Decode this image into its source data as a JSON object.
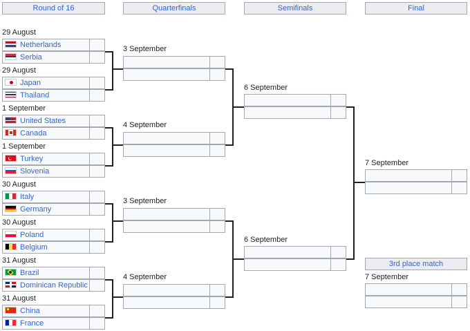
{
  "headers": {
    "r16": "Round of 16",
    "qf": "Quarterfinals",
    "sf": "Semifinals",
    "final": "Final"
  },
  "r16": [
    {
      "date": "29 August",
      "team1": "Netherlands",
      "team2": "Serbia"
    },
    {
      "date": "29 August",
      "team1": "Japan",
      "team2": "Thailand"
    },
    {
      "date": "1 September",
      "team1": "United States",
      "team2": "Canada"
    },
    {
      "date": "1 September",
      "team1": "Turkey",
      "team2": "Slovenia"
    },
    {
      "date": "30 August",
      "team1": "Italy",
      "team2": "Germany"
    },
    {
      "date": "30 August",
      "team1": "Poland",
      "team2": "Belgium"
    },
    {
      "date": "31 August",
      "team1": "Brazil",
      "team2": "Dominican Republic"
    },
    {
      "date": "31 August",
      "team1": "China",
      "team2": "France"
    }
  ],
  "qf": [
    {
      "date": "3 September"
    },
    {
      "date": "4 September"
    },
    {
      "date": "3 September"
    },
    {
      "date": "4 September"
    }
  ],
  "sf": [
    {
      "date": "6 September"
    },
    {
      "date": "6 September"
    }
  ],
  "final": {
    "date": "7 September"
  },
  "third_place": {
    "label": "3rd place match",
    "date": "7 September"
  },
  "flags": {
    "Netherlands": [
      "#ae1c28",
      "#ffffff",
      "#21468b"
    ],
    "Serbia": [
      "#c6363c",
      "#0c4076",
      "#ffffff"
    ],
    "Japan": "japan",
    "Thailand": [
      "#a51931",
      "#f4f5f8",
      "#2d2a4a",
      "#f4f5f8",
      "#a51931"
    ],
    "United States": "usa",
    "Canada": "canada",
    "Turkey": "turkey",
    "Slovenia": [
      "#ffffff",
      "#005ce5",
      "#ed1c24"
    ],
    "Italy": "italy",
    "Germany": [
      "#000000",
      "#dd0000",
      "#ffce00"
    ],
    "Poland": [
      "#ffffff",
      "#dc143c"
    ],
    "Belgium": "belgium",
    "Brazil": "brazil",
    "Dominican Republic": "dominican",
    "China": "china",
    "France": "france"
  }
}
